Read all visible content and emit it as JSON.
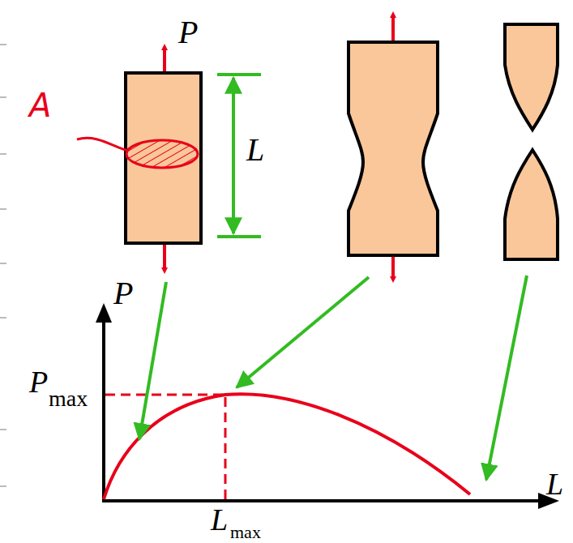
{
  "diagram": {
    "labels": [
      "P",
      "A",
      "L",
      "P",
      "P",
      "max",
      "L",
      "L",
      "max"
    ]
  }
}
